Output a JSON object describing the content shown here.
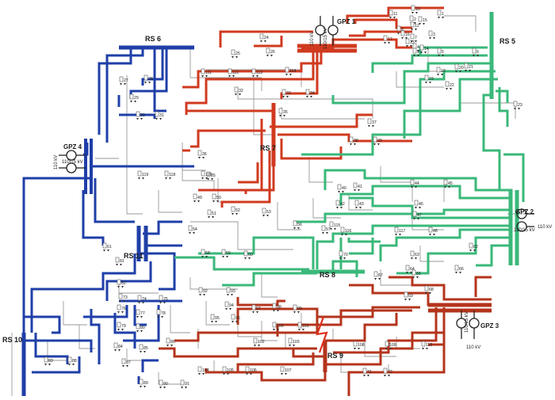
{
  "substations": {
    "rs6": "RS 6",
    "rs5": "RS 5",
    "rs7": "RS 7",
    "rs11": "RS 11",
    "rs8": "RS 8",
    "rs9": "RS 9",
    "rs10": "RS 10"
  },
  "gpz": {
    "gpz1": {
      "name": "GPZ 1",
      "hv": "110 kV",
      "mv": "110/15 kV"
    },
    "gpz2": {
      "name": "GPZ 2",
      "hv": "110 kV",
      "mv": "110/15 kV"
    },
    "gpz3": {
      "name": "GPZ 3",
      "hv": "110 kV",
      "mv": "110/15 kV"
    },
    "gpz4": {
      "name": "GPZ 4",
      "hv": "110 kV",
      "mv": "110/15 kV"
    }
  },
  "colors": {
    "red": "#d03a1f",
    "blue": "#1f3fa8",
    "green": "#3ab87a",
    "darkred": "#b4341c",
    "gray": "#9a9a9a",
    "fault": "#e0301e"
  },
  "nodes": {
    "n1": "1",
    "n2": "2",
    "n3": "3",
    "n4": "4",
    "n5": "5",
    "n6": "6",
    "n7": "7",
    "n8": "8",
    "n9": "9",
    "n10": "10",
    "n11": "11",
    "n12": "12",
    "n13": "13",
    "n14": "14",
    "n15": "15",
    "n16": "16",
    "n17": "17",
    "n18": "18",
    "n19": "19",
    "n20": "20",
    "n21": "21",
    "n22": "22",
    "n23": "23",
    "n24": "24",
    "n25": "25",
    "n26": "26",
    "n27": "27",
    "n28": "28",
    "n29": "29",
    "n30": "30",
    "n31": "31",
    "n32": "32",
    "n33": "33",
    "n34": "34",
    "n35": "35",
    "n36": "36",
    "n37": "37",
    "n38": "38",
    "n39": "39",
    "n40": "40",
    "n41": "41",
    "n42": "42",
    "n43": "43",
    "n44": "44",
    "n45": "45",
    "n46": "46",
    "n47": "47",
    "n48": "48",
    "n49": "49",
    "n50": "50",
    "n51": "51",
    "n52": "52",
    "n53": "53",
    "n54": "54",
    "n55": "55",
    "n56": "56",
    "n57": "57",
    "n58": "58",
    "n59": "59",
    "n60": "60",
    "n61": "61",
    "n62": "62",
    "n63": "63",
    "n64": "64",
    "n65": "65",
    "n66": "66",
    "n67": "67",
    "n68": "68",
    "n69": "69",
    "n70": "70",
    "n71": "71",
    "n72": "72",
    "n73": "73",
    "n74": "74",
    "n75": "75",
    "n76": "76",
    "n77": "77",
    "n78": "78",
    "n79": "79",
    "n80": "80",
    "n81": "81",
    "n82": "82",
    "n83": "83",
    "n84": "84",
    "n85": "85",
    "n86": "86",
    "n87": "87",
    "n88": "88",
    "n89": "89",
    "n90": "90",
    "n91": "91",
    "n92": "92",
    "n93": "93",
    "n94": "94",
    "n95": "95",
    "n96": "96",
    "n97": "97",
    "n98": "98",
    "n99": "99",
    "n100": "100",
    "n101": "101",
    "n102": "102",
    "n103": "103",
    "n104": "104",
    "n105": "105",
    "n106": "106",
    "n107": "107",
    "n108": "108",
    "n109": "109",
    "n110": "110",
    "n111": "111",
    "n112": "112",
    "n113": "113",
    "n114": "114",
    "n115": "115",
    "n116": "116",
    "n117": "117",
    "n118": "118",
    "n119": "119",
    "n120": "120"
  }
}
